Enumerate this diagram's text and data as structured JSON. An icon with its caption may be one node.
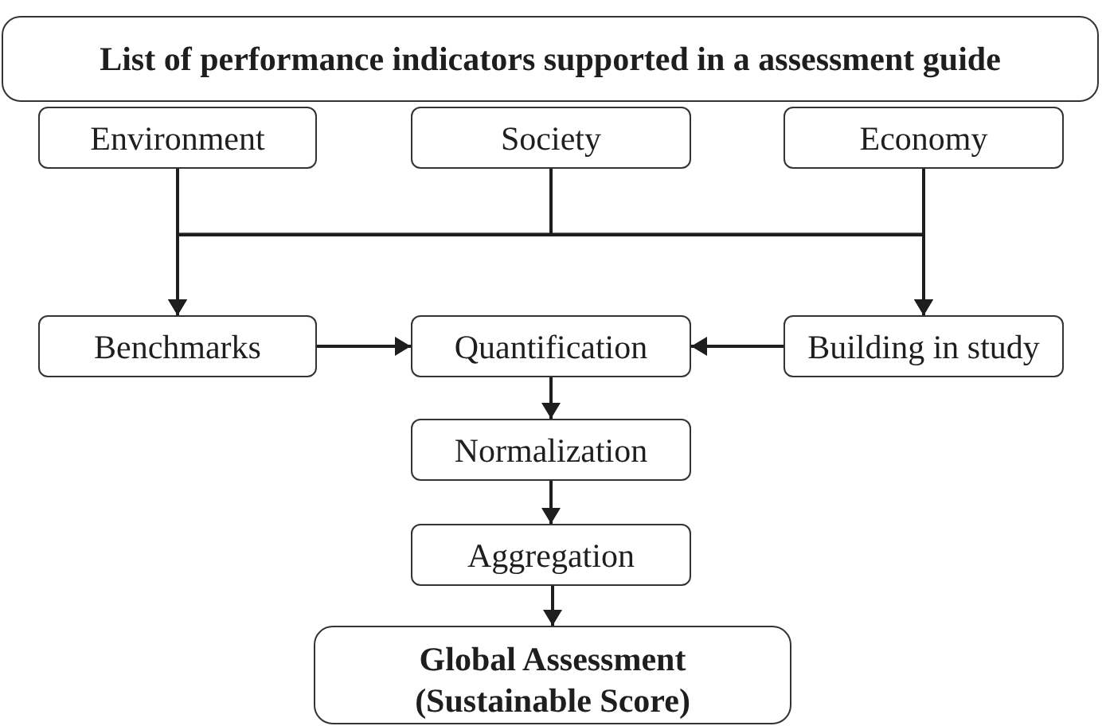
{
  "diagram": {
    "nodes": [
      {
        "text": [
          "List of performance indicators supported in a assessment guide"
        ]
      },
      {
        "text": [
          "Environment"
        ]
      },
      {
        "text": [
          "Society"
        ]
      },
      {
        "text": [
          "Economy"
        ]
      },
      {
        "text": [
          "Benchmarks"
        ]
      },
      {
        "text": [
          "Quantification"
        ]
      },
      {
        "text": [
          "Building in study"
        ]
      },
      {
        "text": [
          "Normalization"
        ]
      },
      {
        "text": [
          "Aggregation"
        ]
      },
      {
        "text": [
          "Global Assessment (Sustainable Score)"
        ]
      }
    ],
    "edges": [
      {
        "from": 1,
        "to": 4,
        "arrow": "to"
      },
      {
        "from": 1,
        "to": 6,
        "arrow": "to"
      },
      {
        "from": 2,
        "to": 4,
        "arrow": "to"
      },
      {
        "from": 2,
        "to": 6,
        "arrow": "to"
      },
      {
        "from": 3,
        "to": 4,
        "arrow": "to"
      },
      {
        "from": 3,
        "to": 6,
        "arrow": "to"
      },
      {
        "from": 4,
        "to": 5,
        "arrow": "to"
      },
      {
        "from": 6,
        "to": 5,
        "arrow": "to"
      },
      {
        "from": 5,
        "to": 7,
        "arrow": "to"
      },
      {
        "from": 7,
        "to": 8,
        "arrow": "to"
      },
      {
        "from": 8,
        "to": 9,
        "arrow": "to"
      }
    ]
  }
}
